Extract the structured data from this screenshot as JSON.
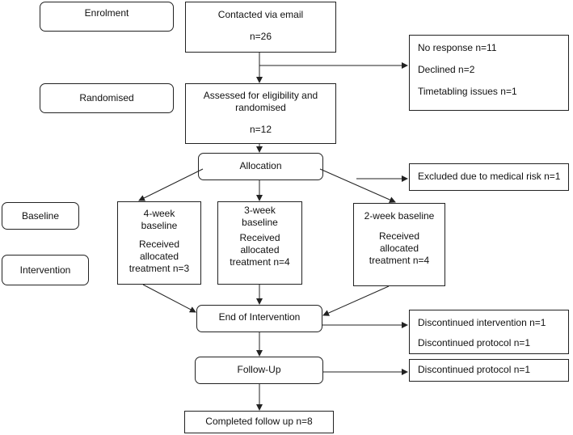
{
  "stages": {
    "enrolment": "Enrolment",
    "randomised": "Randomised",
    "baseline": "Baseline",
    "intervention": "Intervention"
  },
  "contacted": {
    "line1": "Contacted via email",
    "count": "n=26"
  },
  "exclusions_first": [
    "No response n=11",
    "Declined n=2",
    "Timetabling issues n=1"
  ],
  "assessed": {
    "line1": "Assessed for eligibility and",
    "line2": "randomised",
    "count": "n=12"
  },
  "allocation": "Allocation",
  "excluded_medical": "Excluded due to medical risk n=1",
  "groups": [
    {
      "title_l1": "4-week",
      "title_l2": "baseline",
      "rx_l1": "Received",
      "rx_l2": "allocated",
      "rx_l3": "treatment n=3"
    },
    {
      "title_l1": "3-week",
      "title_l2": "baseline",
      "rx_l1": "Received",
      "rx_l2": "allocated",
      "rx_l3": "treatment n=4"
    },
    {
      "title_l1": "2-week baseline",
      "title_l2": "",
      "rx_l1": "Received",
      "rx_l2": "allocated",
      "rx_l3": "treatment n=4"
    }
  ],
  "end_of_intervention": "End of Intervention",
  "discontinued_intervention": [
    "Discontinued intervention n=1",
    "Discontinued protocol n=1"
  ],
  "follow_up": "Follow-Up",
  "discontinued_followup": "Discontinued protocol n=1",
  "completed": "Completed follow up n=8"
}
